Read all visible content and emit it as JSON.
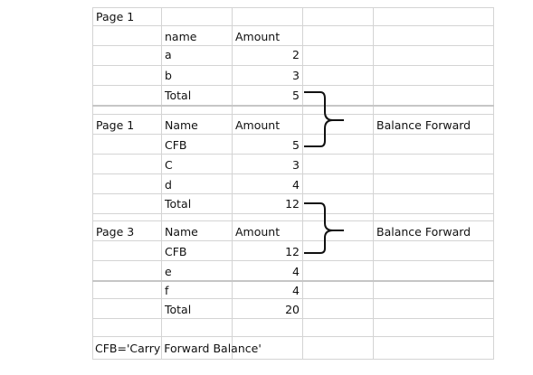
{
  "sections": [
    {
      "page": "Page 1",
      "header": {
        "name": "name",
        "amount": "Amount"
      },
      "rows": [
        {
          "name": "a",
          "amount": "2"
        },
        {
          "name": "b",
          "amount": "3"
        }
      ],
      "total": {
        "name": "Total",
        "amount": "5"
      }
    },
    {
      "page": "Page 1",
      "header": {
        "name": "Name",
        "amount": "Amount"
      },
      "rows": [
        {
          "name": "CFB",
          "amount": "5"
        },
        {
          "name": "C",
          "amount": "3"
        },
        {
          "name": "d",
          "amount": "4"
        }
      ],
      "total": {
        "name": "Total",
        "amount": "12"
      }
    },
    {
      "page": "Page 3",
      "header": {
        "name": "Name",
        "amount": "Amount"
      },
      "rows": [
        {
          "name": "CFB",
          "amount": "12"
        },
        {
          "name": "e",
          "amount": "4"
        },
        {
          "name": "f",
          "amount": "4"
        }
      ],
      "total": {
        "name": "Total",
        "amount": "20"
      }
    }
  ],
  "annotations": [
    {
      "label": "Balance Forward"
    },
    {
      "label": "Balance Forward"
    }
  ],
  "note": "CFB='Carry Forward Balance'"
}
